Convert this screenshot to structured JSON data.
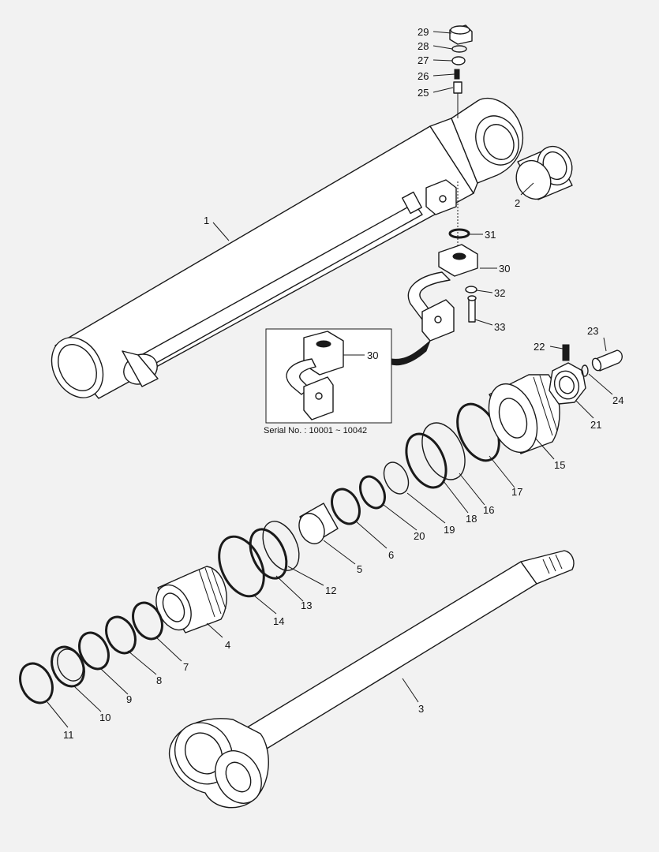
{
  "diagram": {
    "inset_caption": "Serial No. : 10001 ~ 10042",
    "callouts": [
      {
        "id": "1",
        "label": "1"
      },
      {
        "id": "2",
        "label": "2"
      },
      {
        "id": "3",
        "label": "3"
      },
      {
        "id": "4",
        "label": "4"
      },
      {
        "id": "5",
        "label": "5"
      },
      {
        "id": "6",
        "label": "6"
      },
      {
        "id": "7",
        "label": "7"
      },
      {
        "id": "8",
        "label": "8"
      },
      {
        "id": "9",
        "label": "9"
      },
      {
        "id": "10",
        "label": "10"
      },
      {
        "id": "11",
        "label": "11"
      },
      {
        "id": "12",
        "label": "12"
      },
      {
        "id": "13",
        "label": "13"
      },
      {
        "id": "14",
        "label": "14"
      },
      {
        "id": "15",
        "label": "15"
      },
      {
        "id": "16",
        "label": "16"
      },
      {
        "id": "17",
        "label": "17"
      },
      {
        "id": "18",
        "label": "18"
      },
      {
        "id": "19",
        "label": "19"
      },
      {
        "id": "20",
        "label": "20"
      },
      {
        "id": "21",
        "label": "21"
      },
      {
        "id": "22",
        "label": "22"
      },
      {
        "id": "23",
        "label": "23"
      },
      {
        "id": "24",
        "label": "24"
      },
      {
        "id": "25",
        "label": "25"
      },
      {
        "id": "26",
        "label": "26"
      },
      {
        "id": "27",
        "label": "27"
      },
      {
        "id": "28",
        "label": "28"
      },
      {
        "id": "29",
        "label": "29"
      },
      {
        "id": "30",
        "label": "30"
      },
      {
        "id": "31",
        "label": "31"
      },
      {
        "id": "32",
        "label": "32"
      },
      {
        "id": "33",
        "label": "33"
      },
      {
        "id": "30-inset",
        "label": "30"
      }
    ]
  }
}
